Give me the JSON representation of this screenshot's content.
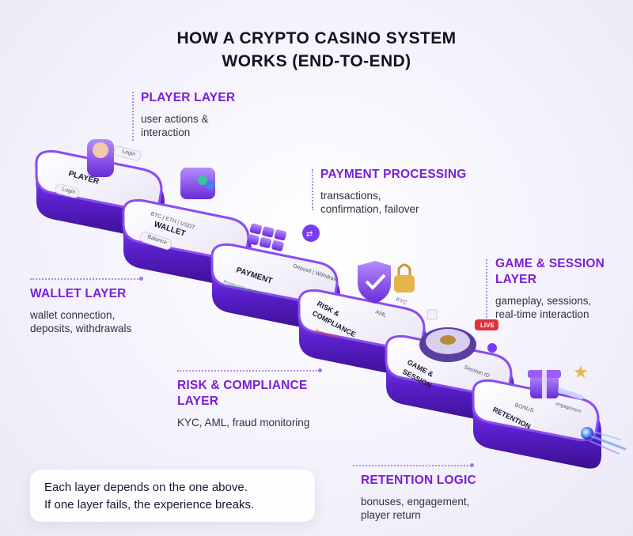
{
  "title": {
    "line1": "HOW A CRYPTO CASINO SYSTEM",
    "line2": "WORKS (END-TO-END)"
  },
  "callouts": {
    "player": {
      "head": "PLAYER LAYER",
      "desc1": "user actions &",
      "desc2": "interaction"
    },
    "payment": {
      "head": "PAYMENT PROCESSING",
      "desc1": "transactions,",
      "desc2": "confirmation, failover"
    },
    "game": {
      "head1": "GAME & SESSION",
      "head2": "LAYER",
      "desc1": "gameplay, sessions,",
      "desc2": "real-time interaction"
    },
    "wallet": {
      "head": "WALLET LAYER",
      "desc1": "wallet connection,",
      "desc2": "deposits, withdrawals"
    },
    "risk": {
      "head1": "RISK & COMPLIANCE",
      "head2": "LAYER",
      "desc1": "KYC, AML, fraud monitoring"
    },
    "retention": {
      "head": "RETENTION LOGIC",
      "desc1": "bonuses, engagement,",
      "desc2": "player return"
    }
  },
  "modules": {
    "player": {
      "label": "PLAYER",
      "chip1": "Login",
      "chip2": "Login"
    },
    "wallet": {
      "label": "WALLET",
      "chip1": "BTC | ETH | USDT",
      "chip2": "Balance"
    },
    "payment": {
      "label": "PAYMENT",
      "chip1": "Deposit | Withdraw",
      "chip2": "Processing status"
    },
    "risk": {
      "label1": "RISK &",
      "label2": "COMPLIANCE",
      "chip1": "KYC",
      "chip2": "AML",
      "chip3": "Transaction"
    },
    "game": {
      "label1": "GAME &",
      "label2": "SESSION",
      "chip1": "Session ID",
      "live": "LIVE"
    },
    "retention": {
      "label": "RETENTION",
      "chip1": "BONUS",
      "chip2": "engagement"
    }
  },
  "note": {
    "line1": "Each layer depends on the one above.",
    "line2": "If one layer fails, the experience breaks."
  },
  "colors": {
    "accent": "#7a1fd6",
    "block": "#5a1fc8",
    "connector": "#3b6cff"
  },
  "icons": [
    "player-avatar-icon",
    "wallet-icon",
    "payment-grid-icon",
    "exchange-icon",
    "shield-check-icon",
    "padlock-icon",
    "roulette-icon",
    "dice-icon",
    "gift-icon",
    "star-icon"
  ]
}
